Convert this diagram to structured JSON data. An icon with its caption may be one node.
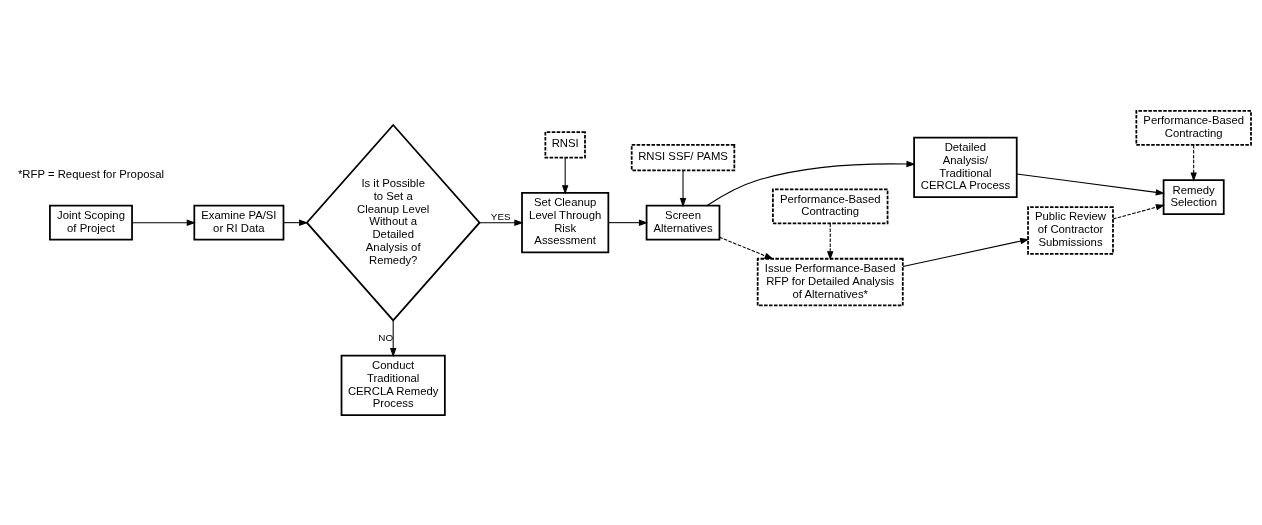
{
  "diagram": {
    "nodes": [
      {
        "text": [
          "Joint Scoping of Project"
        ]
      },
      {
        "text": [
          "Examine PA/SI or RI Data"
        ]
      },
      {
        "text": [
          "Is it Possible to Set a Cleanup Level Without a Detailed Analysis of Remedy?"
        ]
      },
      {
        "text": [
          "Set Cleanup Level Through Risk Assessment"
        ]
      },
      {
        "text": [
          "Conduct Traditional CERCLA Remedy Process"
        ]
      },
      {
        "text": [
          "RNSI"
        ]
      },
      {
        "text": [
          "Screen Alternatives"
        ]
      },
      {
        "text": [
          "RNSI SSF/ PAMS"
        ]
      },
      {
        "text": [
          "Detailed Analysis/ Traditional CERCLA Process"
        ]
      },
      {
        "text": [
          "Performance-Based Contracting"
        ]
      },
      {
        "text": [
          "Remedy Selection"
        ]
      },
      {
        "text": [
          "Issue Performance-Based RFP for Detailed Analysis of Alternatives*"
        ]
      },
      {
        "text": [
          "Public Review of Contractor Submissions"
        ]
      },
      {
        "text": [
          "Performance-Based Contracting"
        ]
      }
    ],
    "edges": [
      {
        "from": 0,
        "to": 1,
        "arrow": "to"
      },
      {
        "from": 1,
        "to": 2,
        "arrow": "to"
      },
      {
        "from": 2,
        "to": 3,
        "arrow": "to",
        "label": "YES"
      },
      {
        "from": 2,
        "to": 4,
        "arrow": "to",
        "label": "NO"
      },
      {
        "from": 5,
        "to": 3,
        "arrow": "to"
      },
      {
        "from": 3,
        "to": 6,
        "arrow": "to"
      },
      {
        "from": 7,
        "to": 6,
        "arrow": "to"
      },
      {
        "from": 6,
        "to": 8,
        "arrow": "to"
      },
      {
        "from": 6,
        "to": 11,
        "arrow": "to",
        "style": "dashed"
      },
      {
        "from": 8,
        "to": 10,
        "arrow": "to"
      },
      {
        "from": 9,
        "to": 10,
        "arrow": "to",
        "style": "dashed"
      },
      {
        "from": 11,
        "to": 12,
        "arrow": "to"
      },
      {
        "from": 12,
        "to": 10,
        "arrow": "to",
        "style": "dashed"
      },
      {
        "from": 13,
        "to": 11,
        "arrow": "to",
        "style": "dashed"
      }
    ],
    "labels": [
      "*RFP = Request for Proposal"
    ]
  }
}
